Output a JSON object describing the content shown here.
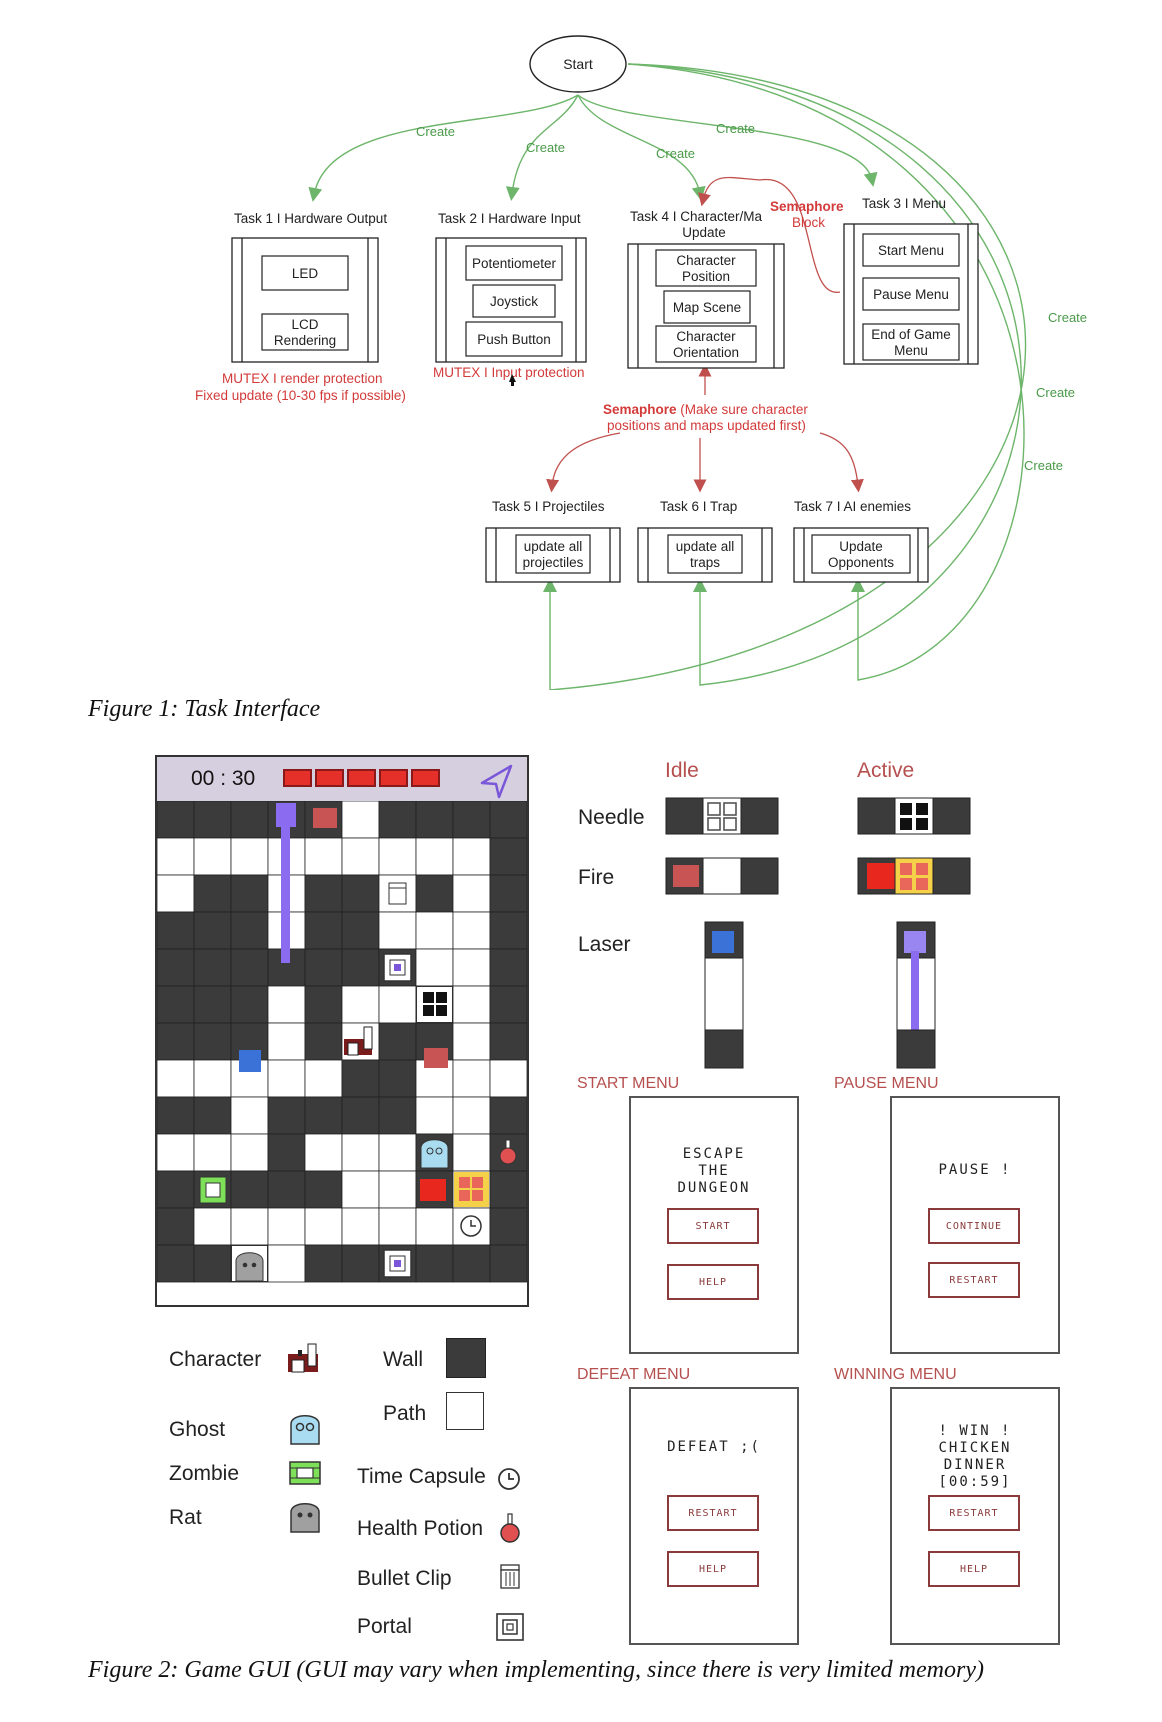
{
  "figure1": {
    "caption": "Figure 1: Task Interface",
    "start": "Start",
    "create": "Create",
    "tasks": {
      "t1": {
        "title": "Task 1 I Hardware Output",
        "items": [
          "LED",
          "LCD\nRendering"
        ]
      },
      "t2": {
        "title": "Task 2 I Hardware Input",
        "items": [
          "Potentiometer",
          "Joystick",
          "Push Button"
        ]
      },
      "t4": {
        "title": "Task 4 I Character/Ma",
        "title2": "Update",
        "items": [
          "Character\nPosition",
          "Map Scene",
          "Character\nOrientation"
        ]
      },
      "t3": {
        "title": "Task 3 I Menu",
        "items": [
          "Start Menu",
          "Pause Menu",
          "End of Game\nMenu"
        ]
      },
      "t5": {
        "title": "Task 5 I Projectiles",
        "items": [
          "update all\nprojectiles"
        ]
      },
      "t6": {
        "title": "Task 6 I Trap",
        "items": [
          "update all\ntraps"
        ]
      },
      "t7": {
        "title": "Task 7 I AI enemies",
        "items": [
          "Update\nOpponents"
        ]
      }
    },
    "notes": {
      "mutex1_a": "MUTEX I render protection",
      "mutex1_b": "Fixed update (10-30 fps if possible)",
      "mutex2": "MUTEX I Input protection",
      "sem_block_a": "Semaphore",
      "sem_block_b": "Block",
      "sem_main_a": "Semaphore",
      "sem_main_a2": " (Make sure character",
      "sem_main_b": "positions and maps updated first)"
    }
  },
  "figure2": {
    "caption": "Figure 2: Game GUI (GUI may vary when implementing, since there is very limited memory)",
    "hud": {
      "timer": "00 : 30",
      "health_segments": 5
    },
    "traps": {
      "idle": "Idle",
      "active": "Active",
      "rows": [
        "Needle",
        "Fire",
        "Laser"
      ]
    },
    "menus": {
      "start": {
        "header": "START MENU",
        "title": "ESCAPE\nTHE\nDUNGEON",
        "buttons": [
          "START",
          "HELP"
        ]
      },
      "pause": {
        "header": "PAUSE MENU",
        "title": "PAUSE !",
        "buttons": [
          "CONTINUE",
          "RESTART"
        ]
      },
      "defeat": {
        "header": "DEFEAT MENU",
        "title": "DEFEAT ;(",
        "buttons": [
          "RESTART",
          "HELP"
        ]
      },
      "win": {
        "header": "WINNING MENU",
        "title": "! WIN !\nCHICKEN\nDINNER\n[00:59]",
        "buttons": [
          "RESTART",
          "HELP"
        ]
      }
    },
    "legend": {
      "character": "Character",
      "ghost": "Ghost",
      "zombie": "Zombie",
      "rat": "Rat",
      "wall": "Wall",
      "path": "Path",
      "time_capsule": "Time Capsule",
      "health_potion": "Health Potion",
      "bullet_clip": "Bullet Clip",
      "portal": "Portal"
    },
    "maze": [
      "1111101111",
      "0000000001",
      "0110110101",
      "1110110001",
      "1111111001",
      "1110100101",
      "1110101101",
      "0000011000",
      "1101111001",
      "0001000101",
      "1111100101",
      "1000000001",
      "1110111111"
    ]
  },
  "colors": {
    "green": "#6db56a",
    "red": "#d33a3a",
    "wall": "#3b3b3b",
    "hud": "#d6cfe0",
    "laser": "#8b6cf0"
  }
}
